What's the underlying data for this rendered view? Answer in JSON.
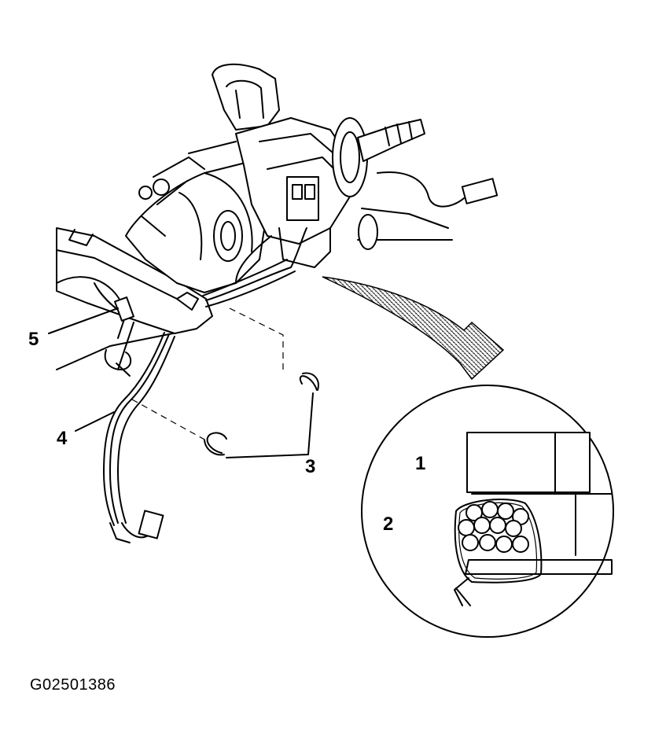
{
  "callouts": {
    "c1": "1",
    "c2": "2",
    "c3": "3",
    "c4": "4",
    "c5": "5"
  },
  "caption": "G02501386",
  "colors": {
    "ink": "#000000",
    "paper": "#ffffff"
  }
}
